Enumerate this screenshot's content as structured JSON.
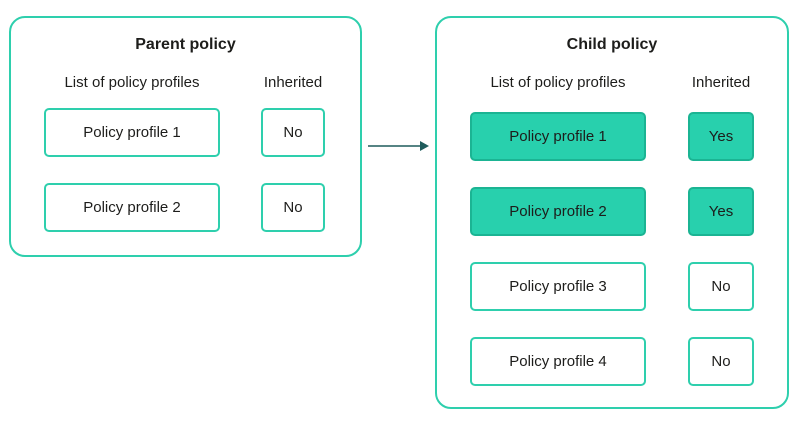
{
  "parent": {
    "title": "Parent policy",
    "col_profiles": "List of policy profiles",
    "col_inherited": "Inherited",
    "rows": [
      {
        "profile": "Policy profile 1",
        "inherited": "No"
      },
      {
        "profile": "Policy profile 2",
        "inherited": "No"
      }
    ]
  },
  "child": {
    "title": "Child policy",
    "col_profiles": "List of policy profiles",
    "col_inherited": "Inherited",
    "rows": [
      {
        "profile": "Policy profile 1",
        "inherited": "Yes",
        "highlighted": true
      },
      {
        "profile": "Policy profile 2",
        "inherited": "Yes",
        "highlighted": true
      },
      {
        "profile": "Policy profile 3",
        "inherited": "No",
        "highlighted": false
      },
      {
        "profile": "Policy profile 4",
        "inherited": "No",
        "highlighted": false
      }
    ]
  },
  "colors": {
    "accent_border": "#2ecfad",
    "highlight_fill": "#28d0ad",
    "arrow": "#1f5c5c"
  },
  "arrow": {
    "icon": "arrow-right-icon"
  }
}
